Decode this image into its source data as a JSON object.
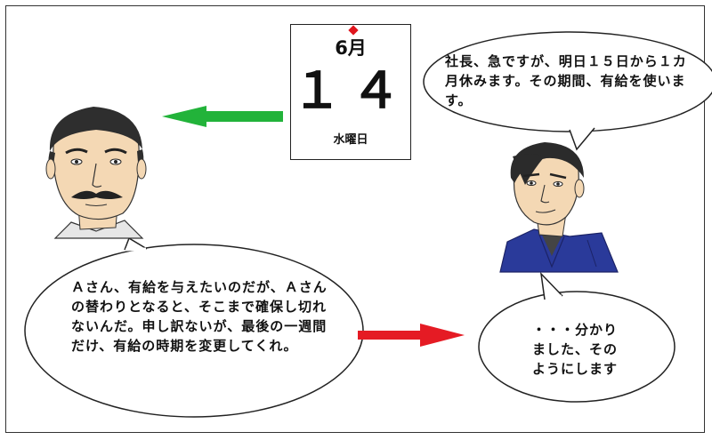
{
  "calendar": {
    "month": "6月",
    "day": "１４",
    "weekday": "水曜日"
  },
  "speech": {
    "employee_request": "社長、急ですが、明日１５日から１カ月休みます。その期間、有給を使います。",
    "boss_reply": "Ａさん、有給を与えたいのだが、Ａさんの替わりとなると、そこまで確保し切れないんだ。申し訳ないが、最後の一週間だけ、有給の時期を変更してくれ。",
    "employee_answer_lines": [
      "・・・分かり",
      "ました、その",
      "ようにします"
    ]
  },
  "colors": {
    "arrow_left": "#22b33a",
    "arrow_right": "#e51b24",
    "calendar_ring": "#e0151d",
    "shirt": "#2a3a9a",
    "skin": "#f4d8b4"
  },
  "icons": {
    "boss": "mustached-man-portrait",
    "employee": "young-man-portrait"
  }
}
